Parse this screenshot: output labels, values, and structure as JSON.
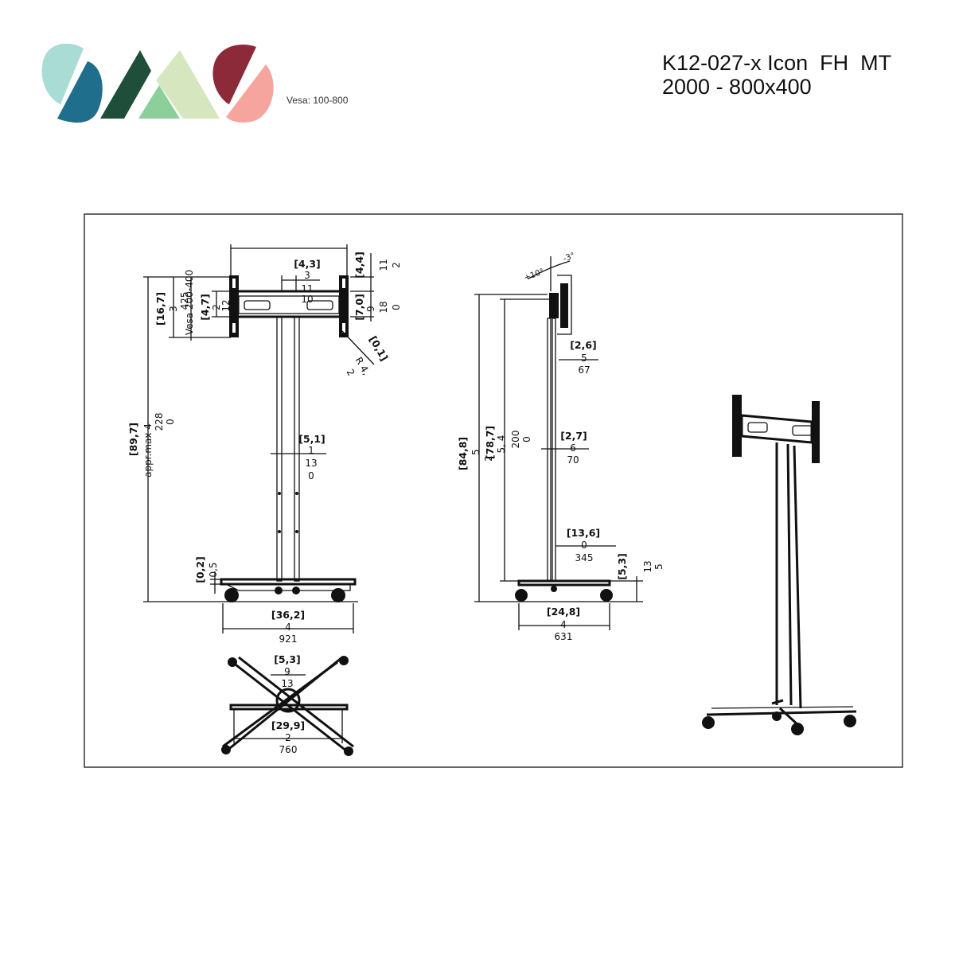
{
  "brand": {
    "colors": {
      "teal_light": "#a9dcd5",
      "teal_dark": "#1e6e8c",
      "green_dark": "#1f4f3b",
      "green_mid": "#8ccf9a",
      "green_light": "#d6e7bf",
      "red_dark": "#8c2a3a",
      "pink": "#f6a59e"
    }
  },
  "header": {
    "vesa_label": "Vesa: 100-800",
    "product_line1": "K12-027-x Icon  FH  MT",
    "product_line2": "2000 - 800x400"
  },
  "drawing": {
    "front": {
      "vesa_vertical": "Vesa 200-400",
      "height_label": "appr.max 4",
      "height_bracket": "[89,7]",
      "height_mm_a": "228",
      "height_mm_b": "0",
      "bracket_16_7": "[16,7]",
      "val_3": "3",
      "val_425": "425",
      "bracket_4_7": "[4,7]",
      "val_12": "12",
      "val_2": "2",
      "bracket_4_3": "[4,3]",
      "val_11": "11",
      "val_3b": "3",
      "val_10": "10",
      "bracket_4_4": "[4,4]",
      "val_11b": "11",
      "val_2b": "2",
      "bracket_7_0": "[7,0]",
      "val_18": "18",
      "val_0": "0",
      "val_9": "9",
      "bracket_0_1": "[0,1]",
      "radius": "R 4,",
      "val_2c": "2",
      "bracket_5_1": "[5,1]",
      "val_1": "1",
      "val_13": "13",
      "val_0b": "0",
      "bracket_0_2": "[0,2]",
      "val_0_5": "0,5",
      "bracket_36_2": "[36,2]",
      "val_4": "4",
      "val_921": "921"
    },
    "plan": {
      "bracket_5_3": "[5,3]",
      "val_9": "9",
      "val_13": "13",
      "bracket_29_9": "[29,9]",
      "val_2": "2",
      "val_760": "760"
    },
    "side": {
      "angle_up": "+10°",
      "angle_down": "-3°",
      "bracket_2_6": "[2,6]",
      "val_5": "5",
      "val_67": "67",
      "bracket_84_8": "[84,8]",
      "val_5b": "5",
      "val_2": "2",
      "bracket_78_7": "[78,7]",
      "val_5_4": "5, 4",
      "val_200": "200",
      "val_0": "0",
      "bracket_2_7": "[2,7]",
      "val_6": "6",
      "val_70": "70",
      "bracket_13_6": "[13,6]",
      "val_0b": "0",
      "val_345": "345",
      "bracket_5_3": "[5,3]",
      "val_13": "13",
      "val_5c": "5",
      "bracket_24_8": "[24,8]",
      "val_4": "4",
      "val_631": "631"
    }
  }
}
